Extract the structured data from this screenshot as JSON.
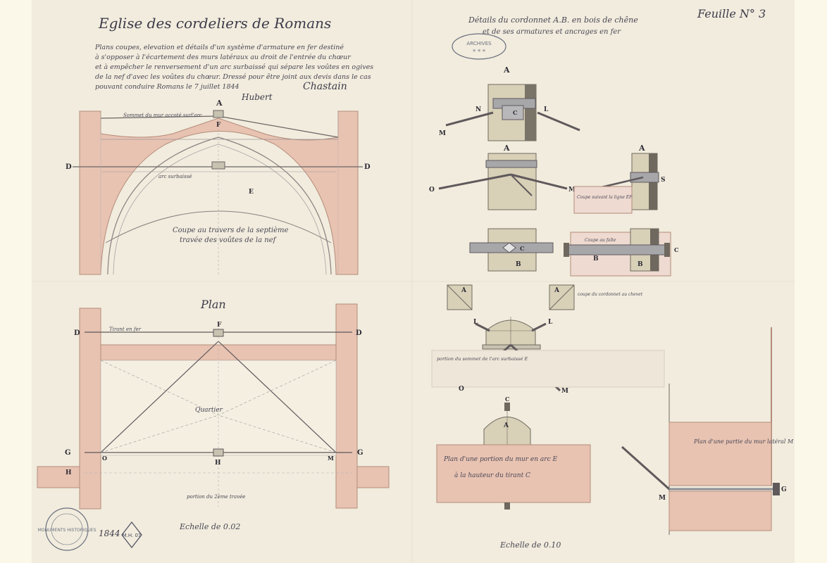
{
  "header": {
    "title": "Eglise des cordeliers de Romans",
    "description": [
      "Plans coupes, elevation et détails d'un système d'armature en fer destiné",
      "à s'opposer à l'écartement des murs latéraux au droit de l'entrée du chœur",
      "et à empêcher le renversement d'un arc surbaissé qui sépare les voûtes en ogives",
      "de la nef d'avec les voûtes du chœur. Dressé pour être joint aux devis dans le cas",
      "pouvant conduire Romans le 7 juillet 1844"
    ],
    "signatures": [
      "Hubert",
      "Chastain"
    ],
    "sheet_number": "Feuille N° 3"
  },
  "details_title": [
    "Détails du cordonnet A.B. en bois de chêne",
    "et de ses armatures et ancrages en fer"
  ],
  "stamps": {
    "top": "ARCHIVES",
    "bottom": "MONUMENTS HISTORIQUES",
    "seal": "M.H. 07"
  },
  "section": {
    "note_top": "Sommet du mur accoté surl'arc",
    "label1": "Coupe au travers de la septième",
    "label2": "travée des voûtes de la nef",
    "mid_label": "arc surbaissé",
    "letters": {
      "A": "A",
      "F": "F",
      "D": "D",
      "E": "E"
    }
  },
  "plan": {
    "heading": "Plan",
    "letters": {
      "D": "D",
      "F": "F",
      "G": "G",
      "H": "H",
      "O": "O",
      "M": "M"
    },
    "interior": "Quartier",
    "bottom_note": "portion du 2ème travée",
    "top_note": "Tirant en fer"
  },
  "details": {
    "letters": {
      "A": "A",
      "B": "B",
      "C": "C",
      "L": "L",
      "M": "M",
      "N": "N",
      "O": "O",
      "S": "S",
      "G": "G"
    },
    "note_section": "Coupe au faîte",
    "note_corner": "coupe du cordonnet au chevet",
    "note_sommet": "portion du sommet de l'arc surbaissé E",
    "note_side": "Coupe suivant la ligne EF",
    "note_wall": "Plan d'une portion du mur en arc E",
    "note_wall2": "à la hauteur du tirant C",
    "note_lateral": "Plan d'une partie du mur latéral M",
    "scale_left": "Echelle de 0.02",
    "scale_right": "Echelle de 0.10"
  },
  "colors": {
    "paper": "#f1ecdd",
    "margin": "#fbf7e9",
    "wall": "#e8c3b2",
    "wall_edge": "#b48b7a",
    "iron": "#8e8e95",
    "wood": "#d8d0b7",
    "ink": "#3d3a4a"
  }
}
